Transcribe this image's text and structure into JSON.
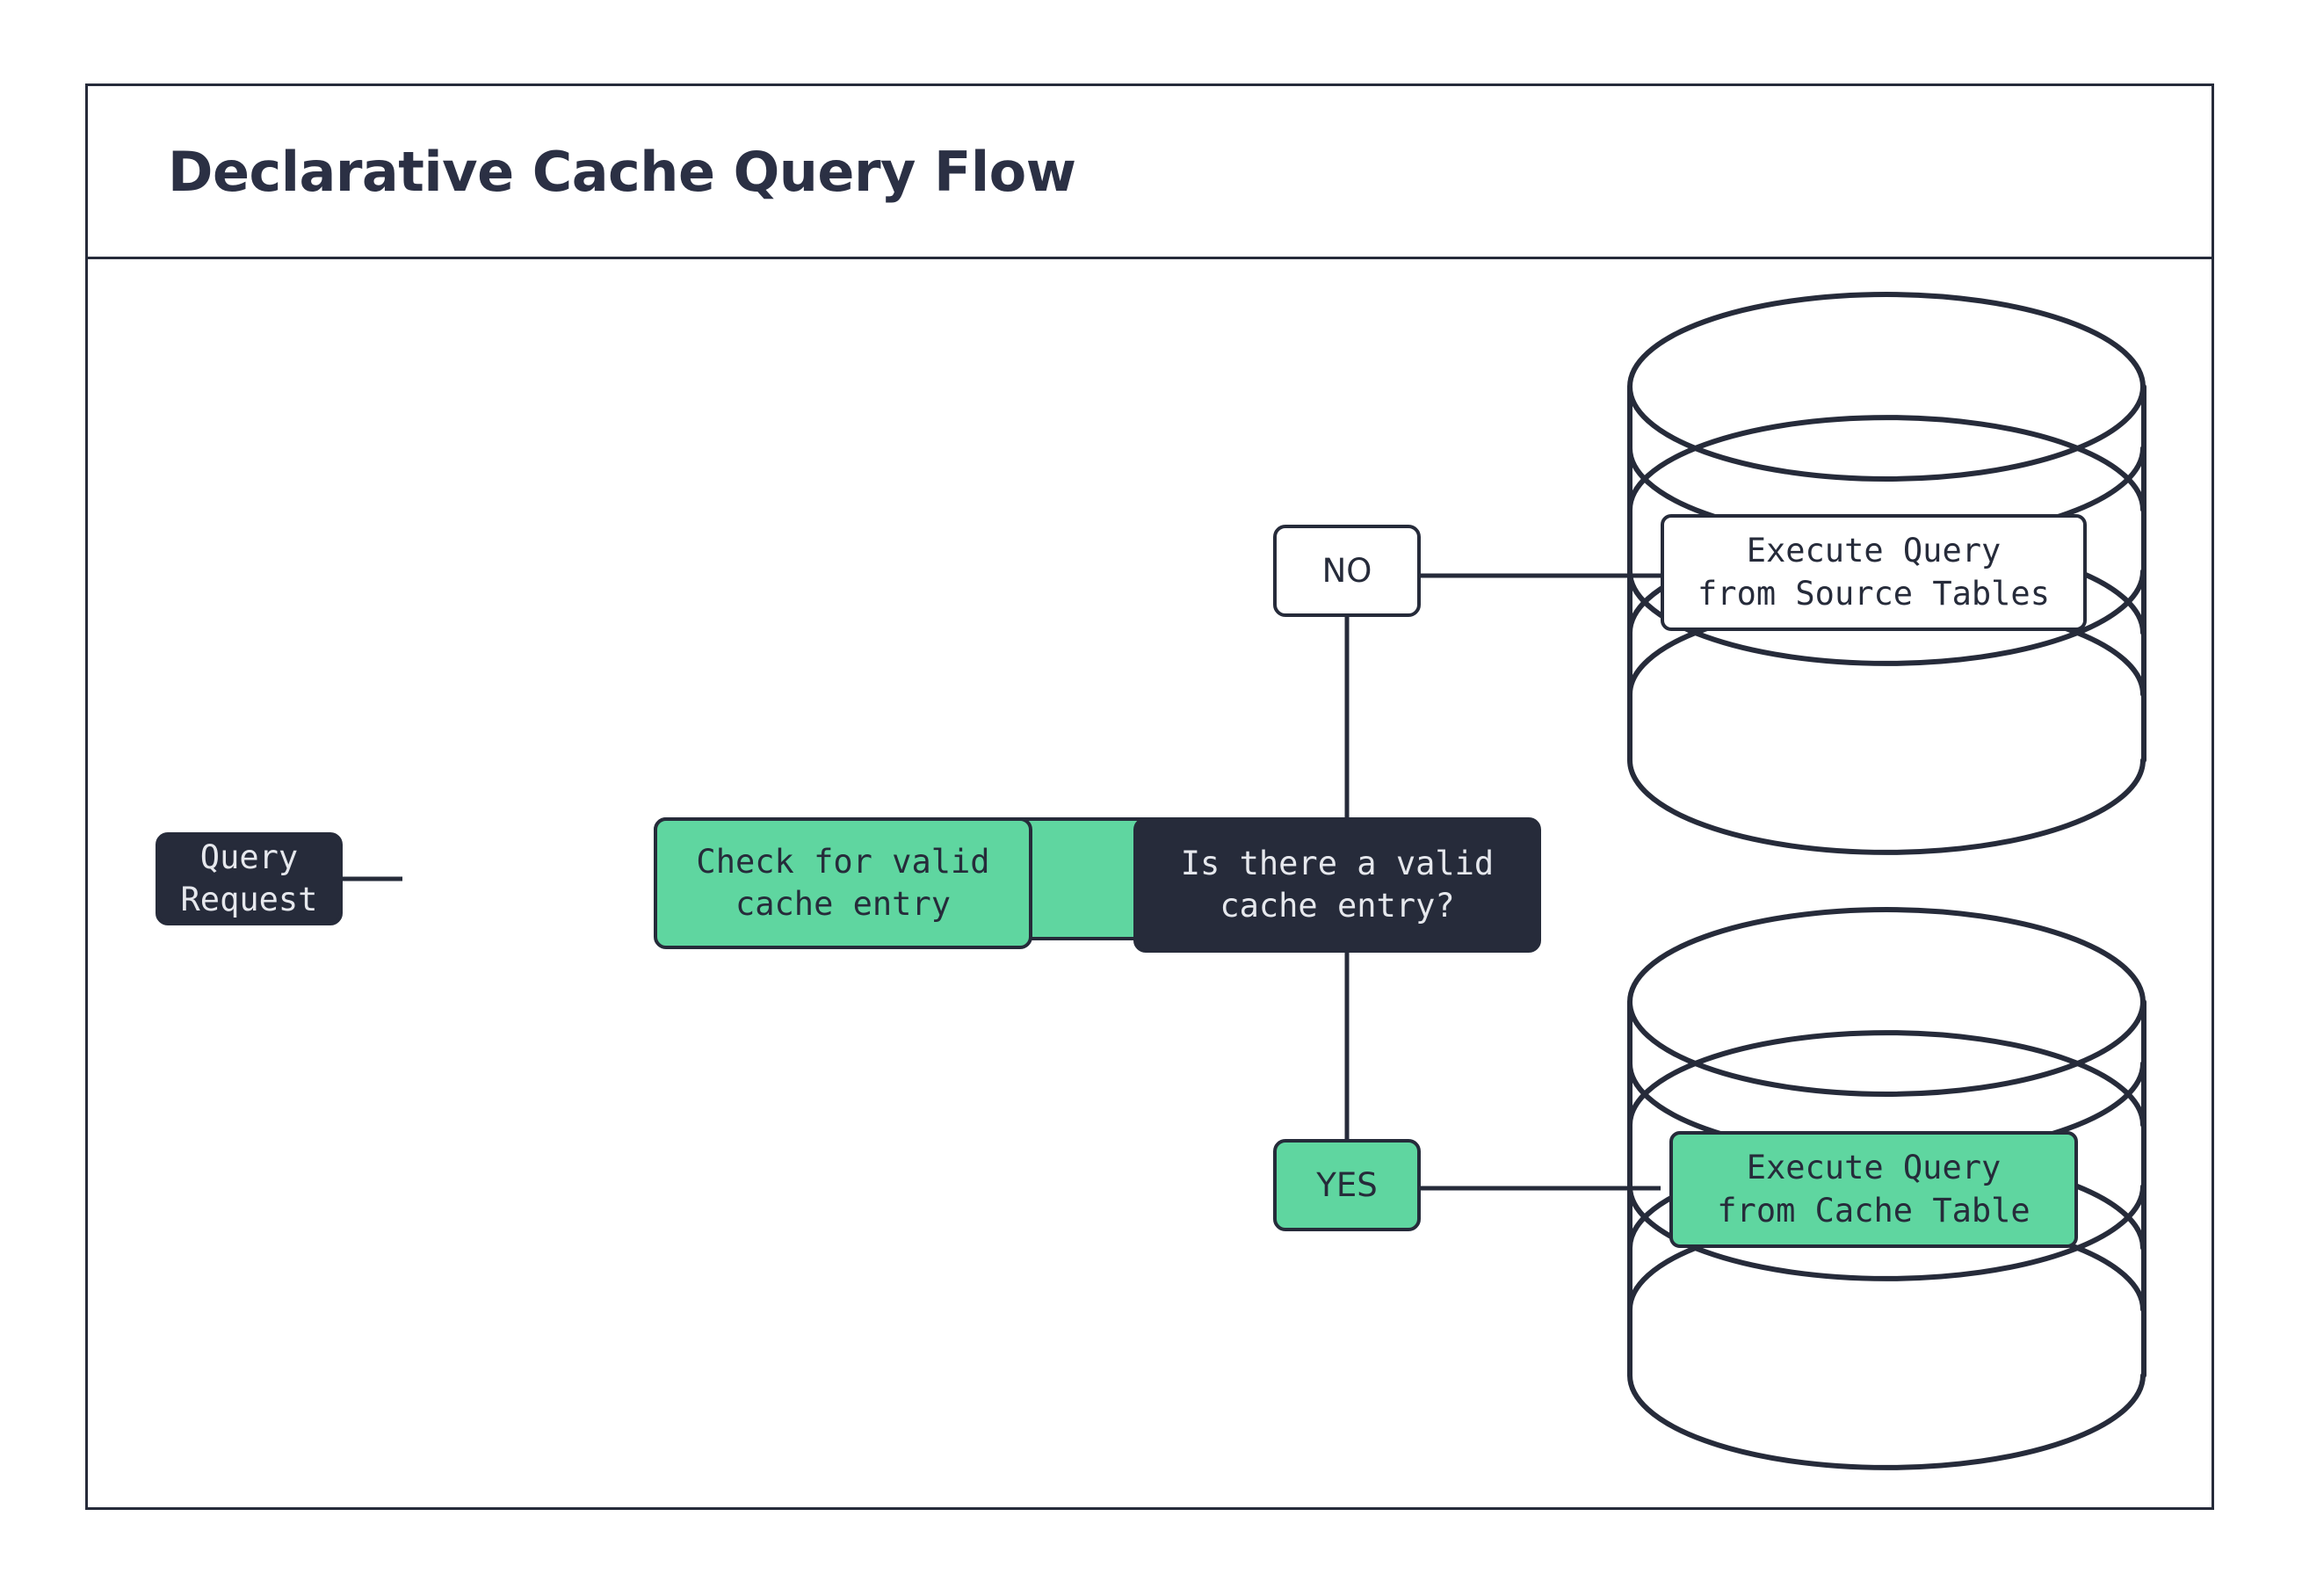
{
  "title": "Declarative Cache Query Flow",
  "colors": {
    "ink": "#262B3A",
    "accent_green": "#5FD6A0",
    "surface": "#ffffff",
    "dark_text": "#E6E8ED"
  },
  "nodes": {
    "query_request": "Query Request",
    "check_cache": "Check for valid\ncache entry",
    "decision": "Is there a valid\ncache entry?",
    "branch_no": "NO",
    "branch_yes": "YES",
    "source_db_label": "Execute Query\nfrom Source Tables",
    "cache_db_label": "Execute Query\nfrom Cache Table"
  },
  "edges": [
    {
      "from": "query_request",
      "to": "check_cache",
      "label": ""
    },
    {
      "from": "check_cache",
      "to": "decision",
      "label": ""
    },
    {
      "from": "decision",
      "to": "branch_no",
      "label": "NO"
    },
    {
      "from": "decision",
      "to": "branch_yes",
      "label": "YES"
    },
    {
      "from": "branch_no",
      "to": "source_db_label",
      "label": ""
    },
    {
      "from": "branch_yes",
      "to": "cache_db_label",
      "label": ""
    }
  ],
  "shapes": {
    "source_database": "database-cylinder",
    "cache_database": "database-cylinder"
  }
}
